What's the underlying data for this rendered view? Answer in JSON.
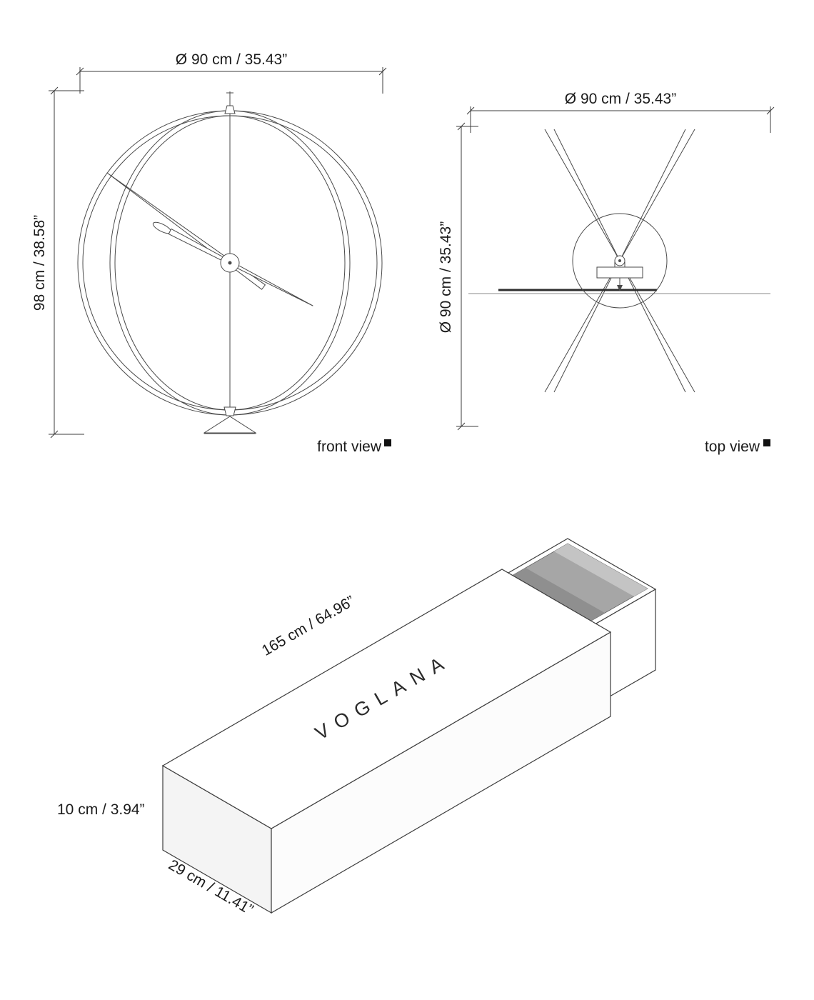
{
  "front_view": {
    "width_dim": "Ø 90 cm / 35.43”",
    "height_dim": "98 cm / 38.58”",
    "caption": "front view"
  },
  "top_view": {
    "width_dim": "Ø 90 cm / 35.43”",
    "height_dim": "Ø 90 cm / 35.43”",
    "caption": "top view"
  },
  "box": {
    "brand": "VOGLANA",
    "length_dim": "165 cm / 64.96”",
    "height_dim": "10 cm / 3.94”",
    "width_dim": "29 cm / 11.41”"
  },
  "colors": {
    "line": "#3d3d3d",
    "text": "#1b1b1b",
    "tray_interior": "#a6a6a6"
  }
}
